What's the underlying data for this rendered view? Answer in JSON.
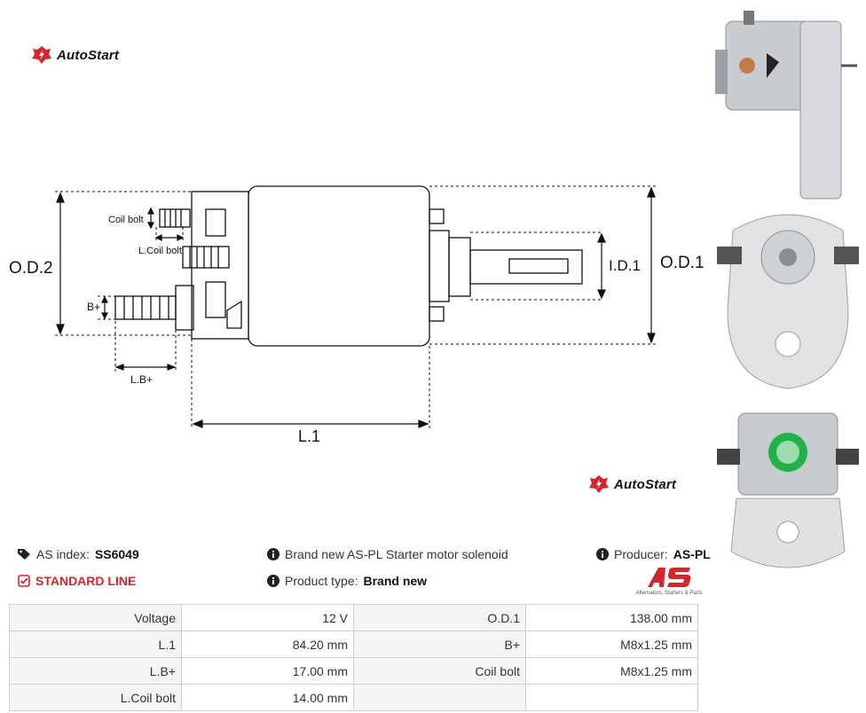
{
  "brand": {
    "name": "AutoStart"
  },
  "diagram": {
    "labels": {
      "coil_bolt": "Coil bolt",
      "l_coil_bolt": "L.Coil bolt",
      "b_plus": "B+",
      "l_b_plus": "L.B+",
      "od2": "O.D.2",
      "od1": "O.D.1",
      "id1": "I.D.1",
      "l1": "L.1"
    }
  },
  "product": {
    "as_index_label": "AS index:",
    "as_index_value": "SS6049",
    "line_label": "STANDARD LINE",
    "description": "Brand new AS-PL Starter motor solenoid",
    "type_label": "Product type:",
    "type_value": "Brand new",
    "producer_label": "Producer:",
    "producer_value": "AS-PL",
    "producer_logo_sub": "Alternators, Starters & Parts"
  },
  "specs": [
    {
      "k1": "Voltage",
      "v1": "12 V",
      "k2": "O.D.1",
      "v2": "138.00 mm"
    },
    {
      "k1": "L.1",
      "v1": "84.20 mm",
      "k2": "B+",
      "v2": "M8x1.25 mm"
    },
    {
      "k1": "L.B+",
      "v1": "17.00 mm",
      "k2": "Coil bolt",
      "v2": "M8x1.25 mm"
    },
    {
      "k1": "L.Coil bolt",
      "v1": "14.00 mm",
      "k2": "",
      "v2": ""
    }
  ],
  "colors": {
    "accent_red": "#d6262b",
    "line": "#111111"
  },
  "icons": [
    "autostart-logo-icon",
    "tag-icon",
    "checkbox-icon",
    "info-icon",
    "as-pl-logo-icon"
  ]
}
